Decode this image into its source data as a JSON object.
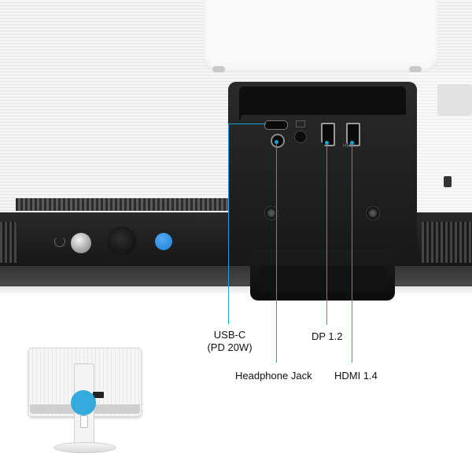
{
  "callouts": {
    "usb_c": {
      "line1": "USB-C",
      "line2": "(PD 20W)"
    },
    "headphone": "Headphone Jack",
    "dp": "DP 1.2",
    "hdmi": "HDMI 1.4"
  },
  "port_tags": {
    "hdmi_tag": "HDMI"
  },
  "colors": {
    "accent": "#17a2d8",
    "blue_key": "#1a7fd6",
    "stand": "#1c1c1c",
    "shell": "#f4f4f4"
  },
  "icons": [
    "power-icon",
    "joystick-icon",
    "menu-key-icon"
  ]
}
